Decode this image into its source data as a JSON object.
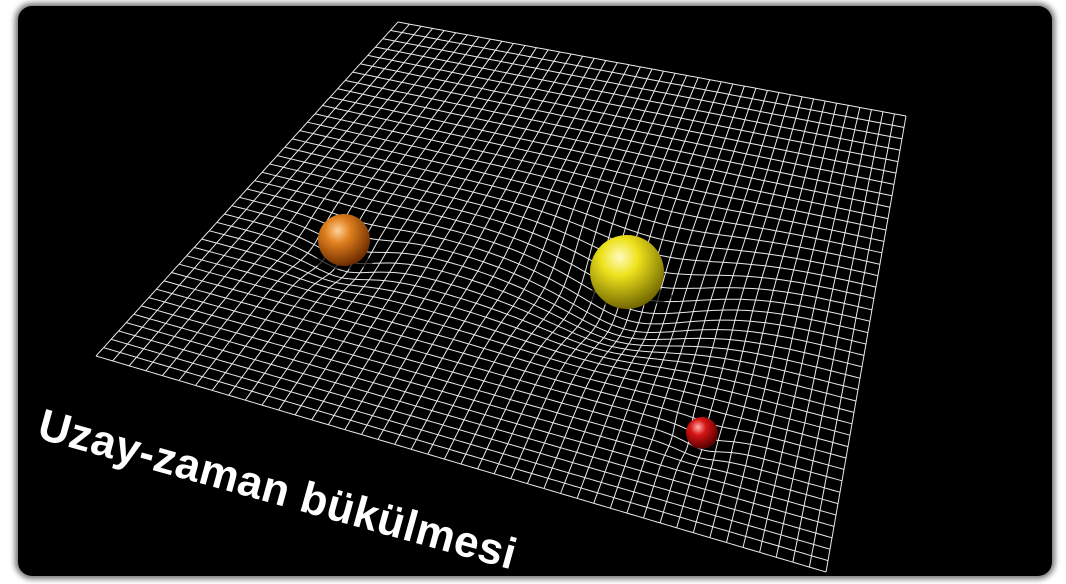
{
  "caption": "Uzay-zaman bükülmesi",
  "colors": {
    "background": "#000000",
    "frame": "#ffffff",
    "grid": "#ffffff",
    "sphere_orange": "#d9741a",
    "sphere_yellow": "#f2e51c",
    "sphere_red": "#d01010"
  },
  "objects": [
    {
      "name": "orange-sphere",
      "color": "orange"
    },
    {
      "name": "yellow-sphere",
      "color": "yellow"
    },
    {
      "name": "red-sphere",
      "color": "red"
    }
  ]
}
